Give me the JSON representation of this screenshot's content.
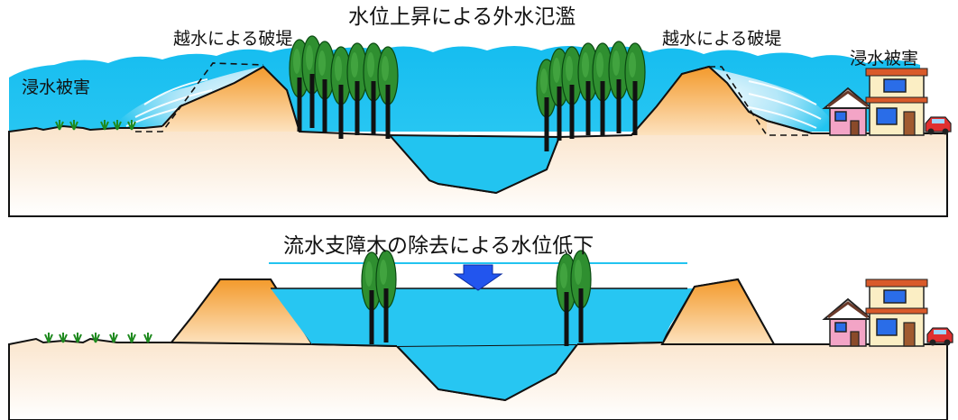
{
  "top": {
    "title": "水位上昇による外水氾濫",
    "breach_left": "越水による破堤",
    "breach_right": "越水による破堤",
    "damage_left": "浸水被害",
    "damage_right": "浸水被害"
  },
  "bottom": {
    "title": "流水支障木の除去による水位低下"
  },
  "colors": {
    "water": "#22c4f0",
    "water_light": "#a6e4f7",
    "ground_top": "#f7d2a8",
    "ground_bottom": "#ffffff",
    "levee_top": "#f39a2c",
    "levee_bottom": "#fde2bf",
    "tree_dark": "#106a1e",
    "tree_light": "#3c9b3c",
    "arrow": "#2255ee",
    "house_wall": "#f3a4c6",
    "house_wall2": "#fbeec4",
    "car": "#e03030"
  },
  "icons": [
    "tree-icon",
    "house-icon",
    "car-icon",
    "grass-icon",
    "down-arrow-icon"
  ]
}
